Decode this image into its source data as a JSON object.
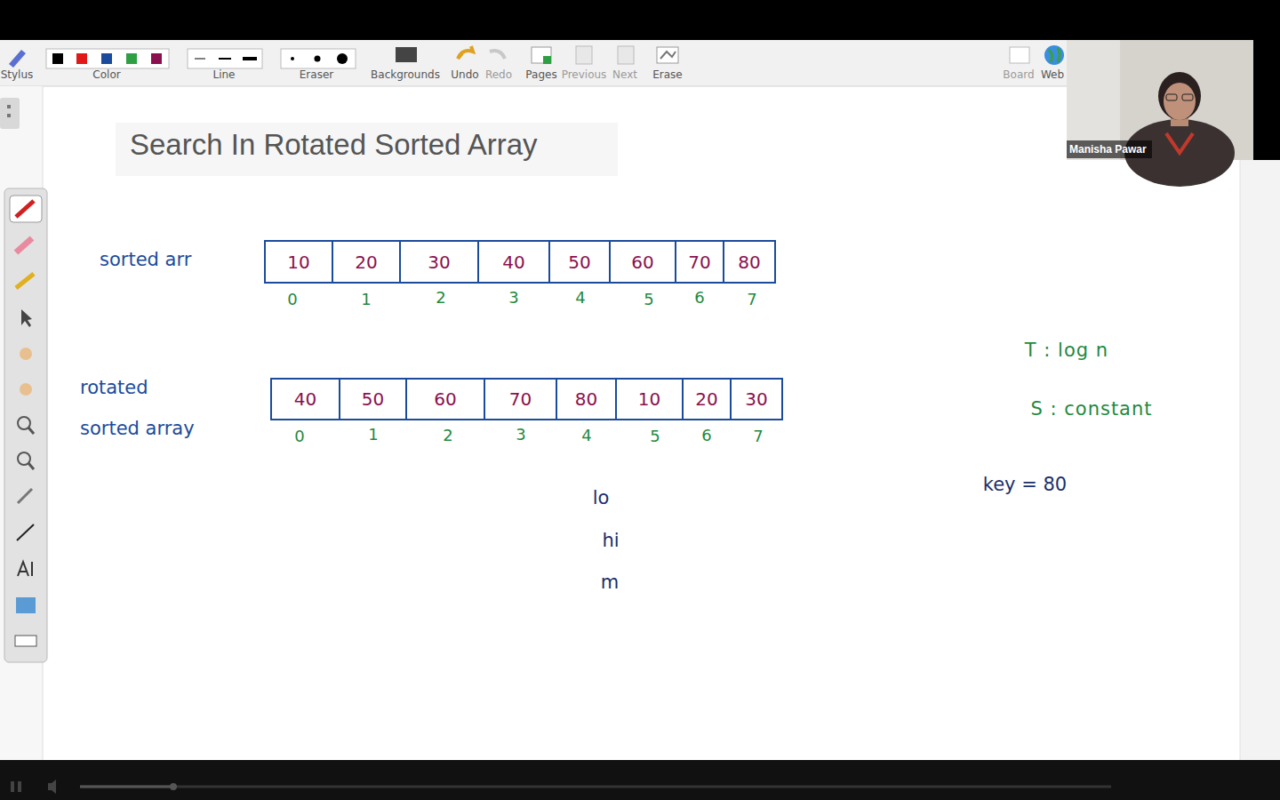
{
  "diagram": {
    "title": "Search In Rotated Sorted Array",
    "nodes": [
      {
        "text": [
          "10"
        ]
      },
      {
        "text": [
          "20"
        ]
      },
      {
        "text": [
          "30"
        ]
      },
      {
        "text": [
          "40"
        ]
      },
      {
        "text": [
          "50"
        ]
      },
      {
        "text": [
          "60"
        ]
      },
      {
        "text": [
          "70"
        ]
      },
      {
        "text": [
          "80"
        ]
      },
      {
        "text": [
          "40"
        ]
      },
      {
        "text": [
          "50"
        ]
      },
      {
        "text": [
          "60"
        ]
      },
      {
        "text": [
          "70"
        ]
      },
      {
        "text": [
          "80"
        ]
      },
      {
        "text": [
          "10"
        ]
      },
      {
        "text": [
          "20"
        ]
      },
      {
        "text": [
          "30"
        ]
      }
    ],
    "labels": [
      "Stylus",
      "Color",
      "Line",
      "Eraser",
      "Backgrounds",
      "Undo",
      "Redo",
      "Pages",
      "Previous",
      "Next",
      "Erase",
      "Board",
      "Web",
      "Manisha Pawar",
      "sorted arr",
      "0",
      "1",
      "2",
      "3",
      "4",
      "5",
      "6",
      "7",
      "rotated sorted array",
      "0",
      "1",
      "2",
      "3",
      "4",
      "5",
      "6",
      "7",
      "lo",
      "hi",
      "m",
      "T : log n",
      "S : constant",
      "key = 80"
    ]
  }
}
